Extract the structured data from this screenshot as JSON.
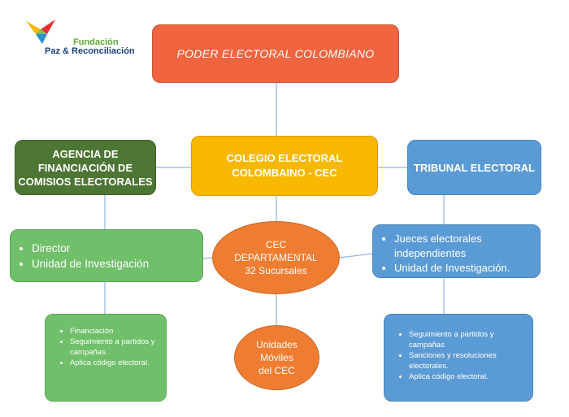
{
  "logo": {
    "line1": "Fundación",
    "line2": "Paz & Reconciliación"
  },
  "title": "PODER ELECTORAL COLOMBIANO",
  "agencia": {
    "line1": "AGENCIA DE",
    "line2": "FINANCIACIÓN DE",
    "line3": "COMISIOS ELECTORALES"
  },
  "colegio": {
    "line1": "COLEGIO ELECTORAL",
    "line2": "COLOMBAINO - CEC"
  },
  "tribunal": "TRIBUNAL ELECTORAL",
  "left_mid": {
    "items": [
      "Director",
      "Unidad de Investigación"
    ]
  },
  "right_mid": {
    "items": [
      "Jueces electorales independientes",
      "Unidad de Investigación."
    ]
  },
  "dept": {
    "line1": "CEC",
    "line2": "DEPARTAMENTAL",
    "line3": "32 Sucursales"
  },
  "moviles": {
    "line1": "Unidades",
    "line2": "Móviles",
    "line3": "del CEC"
  },
  "left_bottom": {
    "items": [
      "Financiación",
      "Seguimiento a partidos y campañas.",
      "Aplica código electoral."
    ]
  },
  "right_bottom": {
    "items": [
      "Seguimiento a partidos y campañas",
      "Sanciones y resoluciones electorales.",
      "Aplica código electoral."
    ]
  },
  "colors": {
    "title": "#f0643f",
    "agencia": "#4d7634",
    "colegio": "#f8b800",
    "tribunal": "#5b9bd5",
    "green_light": "#70bf6a",
    "orange": "#ef7d31",
    "connector": "#8eb4e3"
  }
}
